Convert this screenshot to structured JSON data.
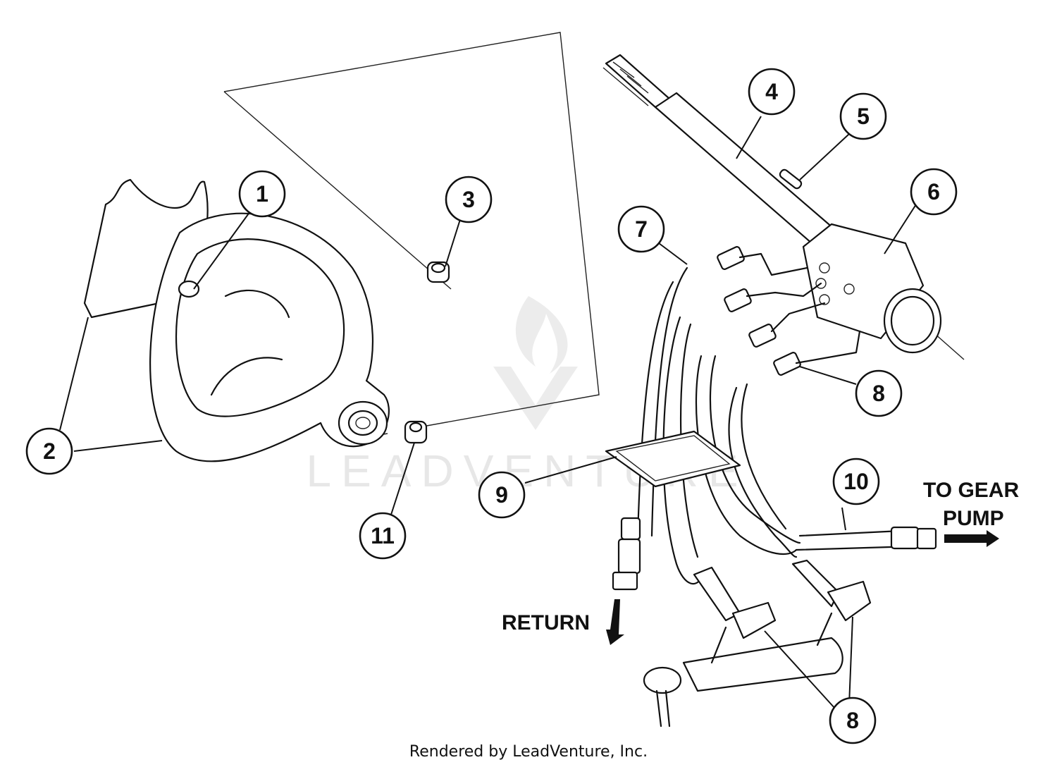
{
  "callouts": {
    "c1": "1",
    "c2": "2",
    "c3": "3",
    "c4": "4",
    "c5": "5",
    "c6": "6",
    "c7": "7",
    "c8a": "8",
    "c8b": "8",
    "c9": "9",
    "c10": "10",
    "c11": "11"
  },
  "labels": {
    "to_gear_pump_line1": "TO GEAR",
    "to_gear_pump_line2": "PUMP",
    "return": "RETURN"
  },
  "watermark": "LEADVENTURE",
  "footer": "Rendered by LeadVenture, Inc."
}
